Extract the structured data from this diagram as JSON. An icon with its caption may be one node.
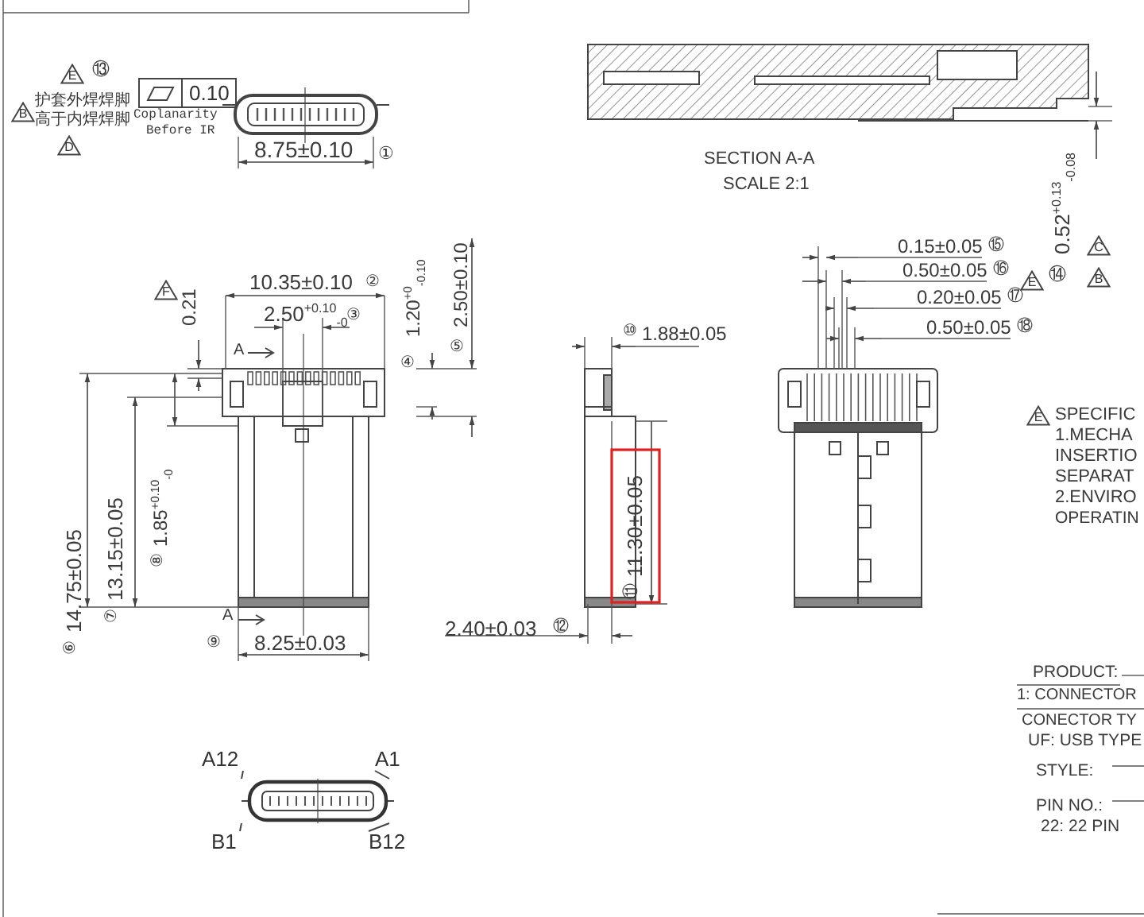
{
  "diagram": {
    "nodes": [
      {
        "text": [
          "A12"
        ]
      },
      {
        "text": [
          "A1"
        ]
      },
      {
        "text": [
          "B1"
        ]
      },
      {
        "text": [
          "B12"
        ]
      },
      {
        "text": [],
        "shape": "picture"
      }
    ],
    "edges": [
      {
        "from": 0,
        "to": 4,
        "arrow": "none"
      },
      {
        "from": 1,
        "to": 4,
        "arrow": "none"
      },
      {
        "from": 2,
        "to": 4,
        "arrow": "none"
      },
      {
        "from": 3,
        "to": 4,
        "arrow": "none"
      }
    ],
    "labels": [
      "E",
      "⑬",
      "0.10",
      "护套外焊焊脚",
      "B",
      "高于内焊焊脚",
      "Coplanarity",
      "Before IR",
      "D",
      "8.75±0.10",
      "①",
      "SECTION A-A",
      "SCALE 2:1",
      "0.52$^{+0.13}$$_{-0.08}$",
      "C",
      "⑭",
      "B",
      "0.15±0.05",
      "⑮",
      "0.50±0.05",
      "⑯",
      "F",
      "0.21",
      "10.35±0.10",
      "②",
      "E",
      "2.50$^{+0.10}$$_{-0}$",
      "③",
      "1.20$^{+0}$$_{-0.10}$",
      "④",
      "2.50±0.10",
      "⑤",
      "0.20±0.05",
      "⑰",
      "⑩",
      "1.88±0.05",
      "0.50±0.05",
      "⑱",
      "A",
      "E",
      "SPECIFIC",
      "1.MECHA",
      "INSERTIO",
      "SEPARAT",
      "2.ENVIRO",
      "OPERATIN",
      "⑥",
      "14.75±0.05",
      "⑦",
      "13.15±0.05",
      "⑧",
      "1.85$^{+0.10}$$_{-0}$",
      "⑪",
      "11.30±0.05",
      "A",
      "2.40±0.03",
      "⑫",
      "⑨",
      "8.25±0.03",
      "PRODUCT:",
      "1: CONNECTOR",
      "CONECTOR TY",
      "UF: USB TYPE",
      "STYLE:",
      "PIN NO.:",
      "22: 22 PIN"
    ]
  }
}
